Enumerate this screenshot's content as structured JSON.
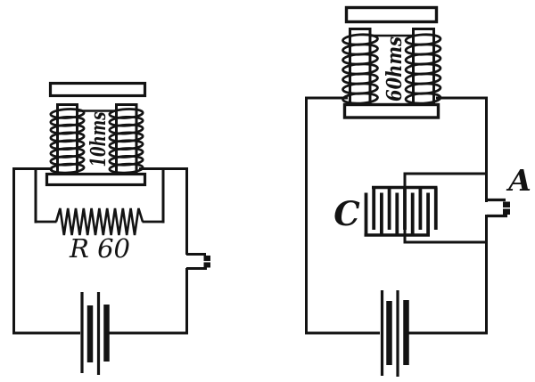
{
  "figure": {
    "background": "#ffffff",
    "ink": "#131313",
    "left_circuit": {
      "coil_label": "10hms",
      "resistor_label": "R 60"
    },
    "right_circuit": {
      "coil_label": "60hms",
      "condenser_label": "C",
      "terminal_label": "A"
    }
  }
}
